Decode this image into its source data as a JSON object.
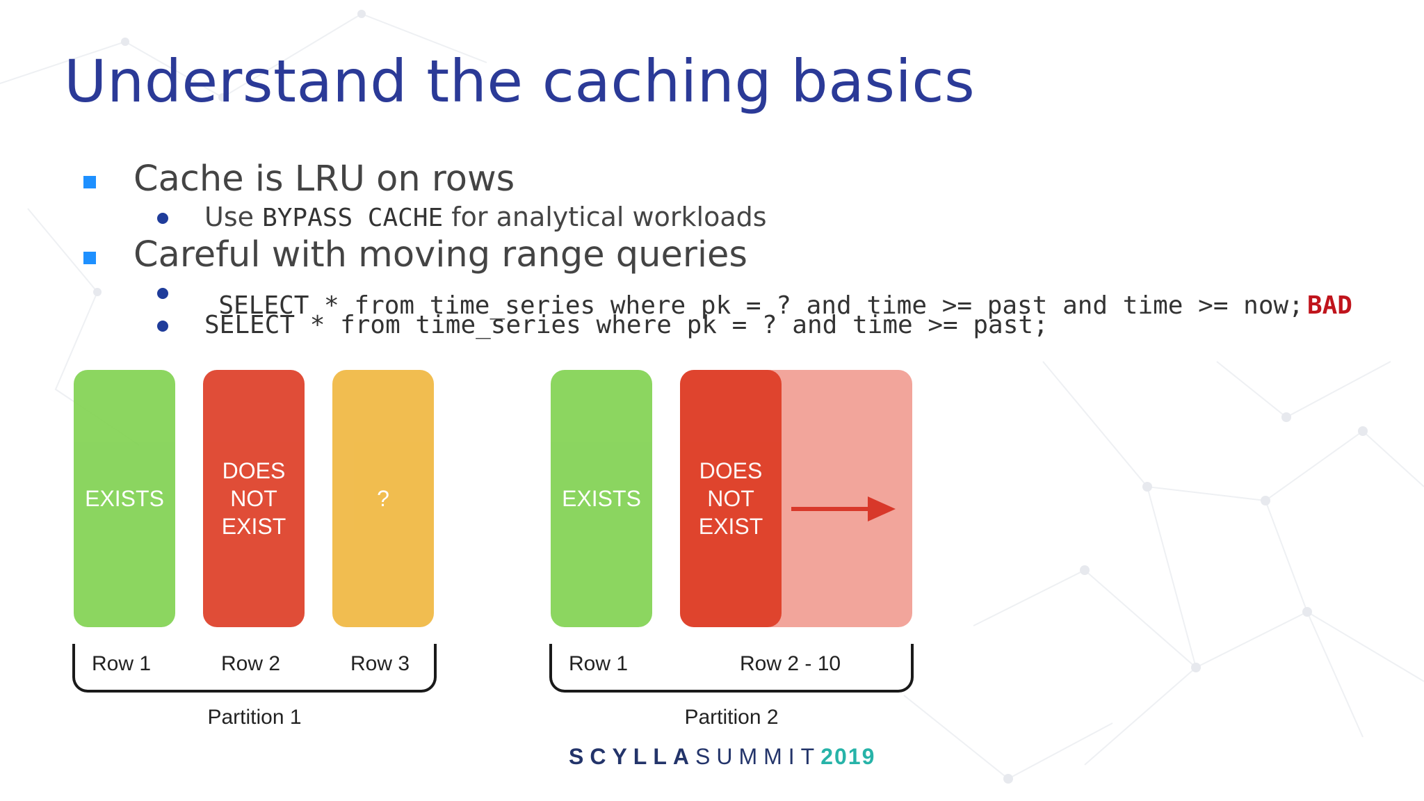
{
  "slide": {
    "title": "Understand the caching basics",
    "bullets": [
      {
        "text": "Cache is LRU on rows"
      },
      {
        "text": "Careful with moving range queries"
      }
    ],
    "sub_bullet_1": {
      "prefix": "Use ",
      "code": "BYPASS CACHE",
      "suffix": " for analytical workloads"
    },
    "sub_bullet_2": {
      "code": "SELECT * from time_series where pk = ? and time >= past and time >= now;",
      "flag": "BAD"
    },
    "sub_bullet_3": {
      "code": "SELECT * from time_series where pk = ? and time >= past;"
    },
    "colors": {
      "title": "#2b3a97",
      "bullet_square": "#1e90ff",
      "exists": "#7fd14f",
      "does_not_exist": "#dd3a22",
      "unknown": "#f0b63d",
      "range_extension": "#f19b90",
      "bad": "#c0141c"
    }
  },
  "diagram": {
    "partition1": {
      "label": "Partition 1",
      "boxes": [
        {
          "text": "EXISTS",
          "color": "green"
        },
        {
          "text": "DOES\nNOT\nEXIST",
          "color": "red"
        },
        {
          "text": "?",
          "color": "orange"
        }
      ],
      "rows": [
        "Row 1",
        "Row 2",
        "Row 3"
      ]
    },
    "partition2": {
      "label": "Partition 2",
      "boxes": [
        {
          "text": "EXISTS",
          "color": "green"
        },
        {
          "text": "DOES\nNOT\nEXIST",
          "color": "red"
        }
      ],
      "rows": [
        "Row 1",
        "Row 2 - 10"
      ],
      "arrow_icon": "arrow-right-icon"
    }
  },
  "footer": {
    "part1": "SCYLLA",
    "part2": "SUMMIT",
    "part3": "2019"
  }
}
